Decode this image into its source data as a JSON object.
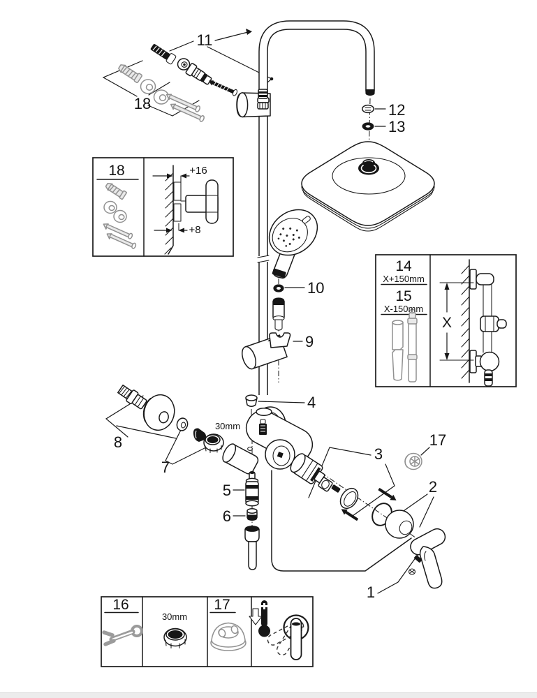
{
  "callouts": {
    "c1": "1",
    "c2": "2",
    "c3": "3",
    "c4": "4",
    "c5": "5",
    "c6": "6",
    "c7": "7",
    "c8": "8",
    "c9": "9",
    "c10": "10",
    "c11": "11",
    "c12": "12",
    "c13": "13",
    "c17": "17",
    "c18": "18"
  },
  "dimensions": {
    "nut_size": "30mm"
  },
  "insets": {
    "wall_mount": {
      "part": "18",
      "offset_top": "+16",
      "offset_bottom": "+8"
    },
    "rail": {
      "part_long": "14",
      "length_long": "X+150mm",
      "part_short": "15",
      "length_short": "X-150mm",
      "dim": "X"
    },
    "tools": {
      "wrench_part": "16",
      "nut_size": "30mm",
      "cap_part": "17"
    }
  },
  "colors": {
    "line": "#1a1a1a",
    "gray": "#919191",
    "background": "#ffffff",
    "footer_bar": "#ececec"
  }
}
